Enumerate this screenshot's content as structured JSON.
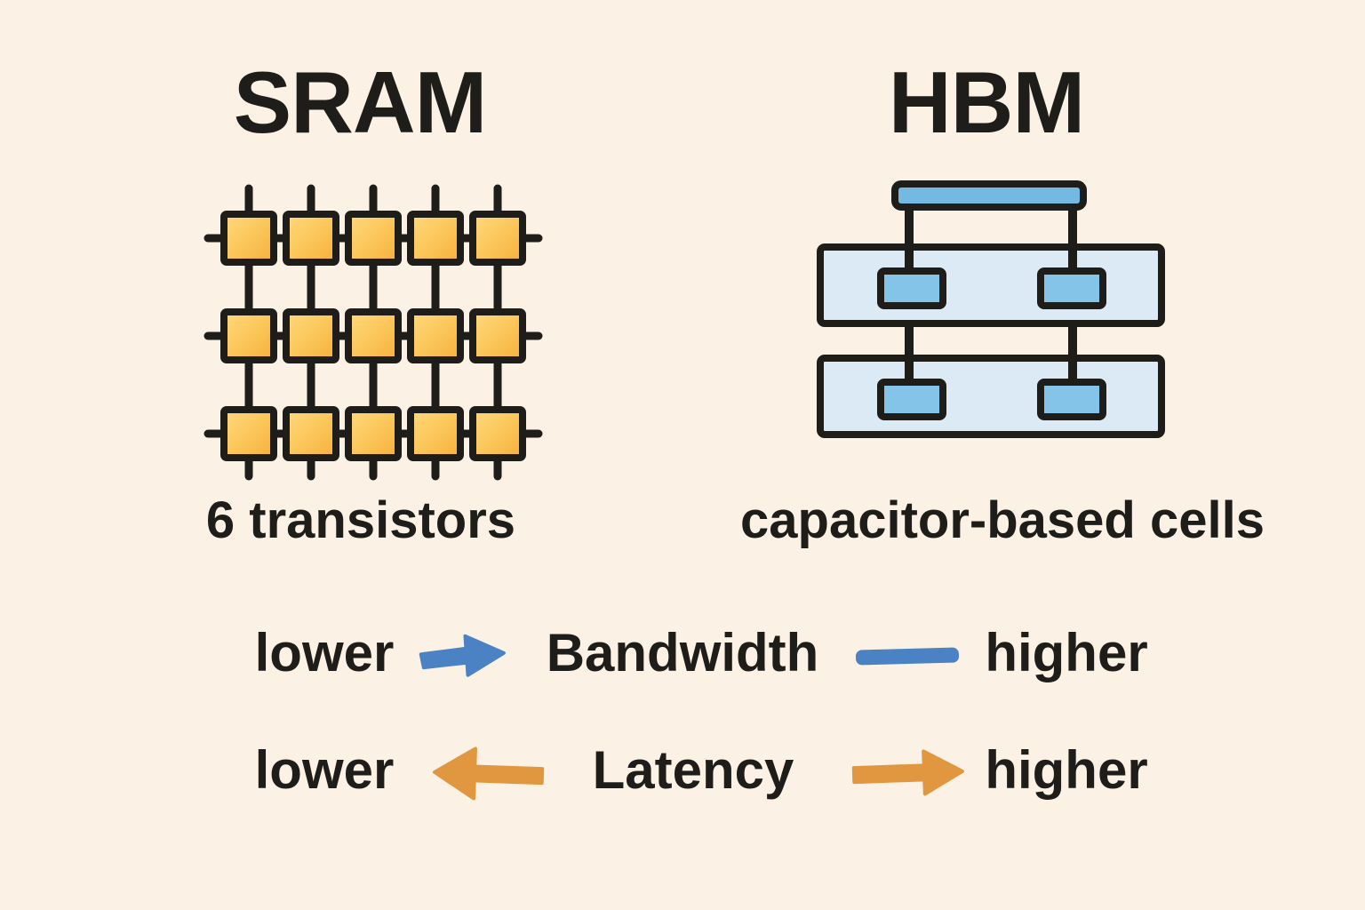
{
  "colors": {
    "background": "#fbf2e5",
    "ink": "#1f1d1a",
    "sram_cell_light": "#ffd97e",
    "sram_cell_dark": "#f5b03c",
    "hbm_bus_bar": "#74b9e2",
    "hbm_layer_fill": "#dceaf6",
    "hbm_cell_fill": "#85c4e9",
    "bandwidth_accent": "#4a82c4",
    "latency_accent": "#e0973f"
  },
  "left_panel": {
    "title": "SRAM",
    "caption": "6 transistors",
    "diagram": "grid of 15 transistor cells (5 columns x 3 rows) on crossing word/bit lines"
  },
  "right_panel": {
    "title": "HBM",
    "caption": "capacitor-based cells",
    "diagram": "top bus bar stacked over 2 DRAM layers, each with 2 capacitor cells, joined by vertical vias"
  },
  "rows": {
    "bandwidth": {
      "label": "Bandwidth",
      "left_text": "lower",
      "right_text": "higher",
      "left_icon": "arrow-right-icon",
      "right_icon": "thick-dash-icon",
      "accent": "#4a82c4"
    },
    "latency": {
      "label": "Latency",
      "left_text": "lower",
      "right_text": "higher",
      "left_icon": "arrow-left-icon",
      "right_icon": "arrow-right-icon",
      "accent": "#e0973f"
    }
  }
}
